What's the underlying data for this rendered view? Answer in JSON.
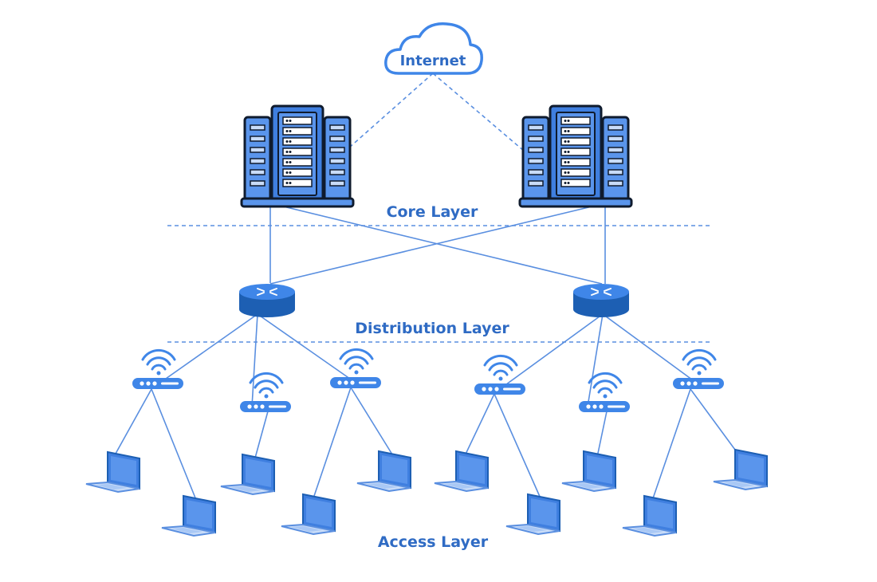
{
  "labels": {
    "internet": "Internet",
    "core_layer": "Core Layer",
    "distribution_layer": "Distribution Layer",
    "access_layer": "Access Layer"
  },
  "colors": {
    "primary": "#2f6bc4",
    "link": "#5a8fe0",
    "light_fill": "#a9c8f5",
    "mid_fill": "#5a95ec",
    "dark": "#0f1b2e",
    "router": "#1d5fb3"
  },
  "icons": [
    "cloud-icon",
    "server-rack-icon",
    "router-icon",
    "wireless-access-point-icon",
    "laptop-icon"
  ]
}
